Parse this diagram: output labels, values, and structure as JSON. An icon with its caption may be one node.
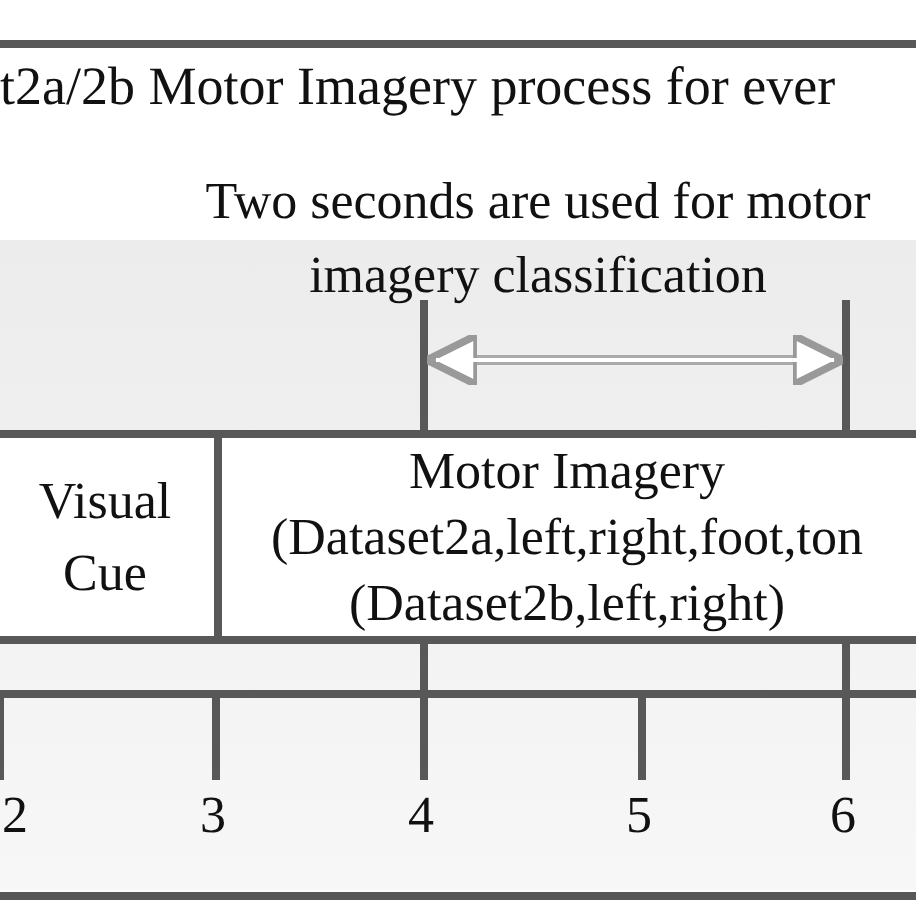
{
  "diagram": {
    "title": "t2a/2b Motor Imagery process for ever",
    "nodes": [
      {
        "text": [
          "Visual Cue"
        ]
      },
      {
        "text": [
          "Motor Imagery",
          "(Dataset2a,left,right,foot,ton",
          "(Dataset2b,left,right)"
        ]
      }
    ],
    "labels": [
      "Two seconds are used for motor imagery classification",
      "2",
      "3",
      "4",
      "5",
      "6"
    ]
  }
}
